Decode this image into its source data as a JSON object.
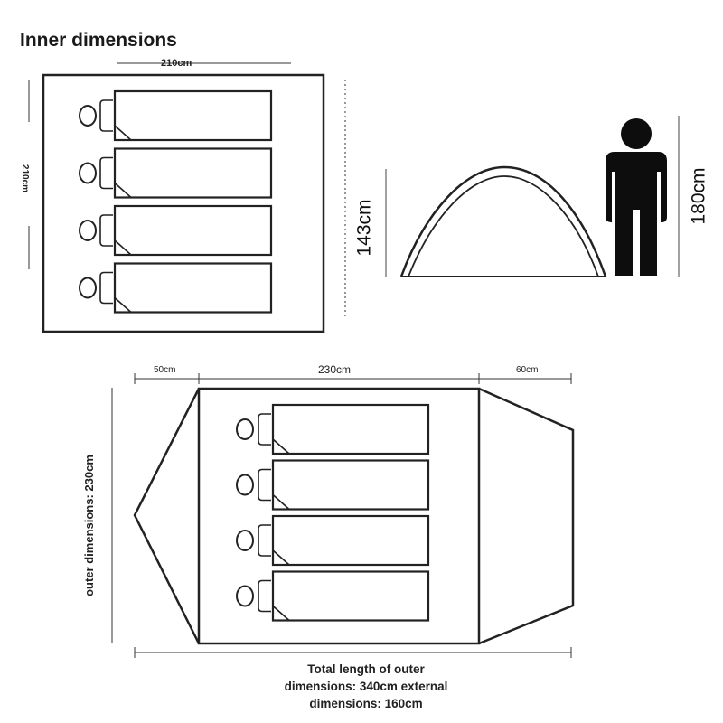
{
  "title": "Inner dimensions",
  "inner": {
    "width_label": "210cm",
    "depth_label": "210cm",
    "sleepers": 4
  },
  "side_view": {
    "tent_height_label": "143cm",
    "person_height_label": "180cm"
  },
  "outer": {
    "front_vestibule_label": "50cm",
    "body_length_label": "230cm",
    "rear_vestibule_label": "60cm",
    "width_label": "outer dimensions: 230cm",
    "sleepers": 4,
    "footer_lines": [
      "Total length of outer",
      "dimensions: 340cm external",
      "dimensions: 160cm"
    ]
  }
}
